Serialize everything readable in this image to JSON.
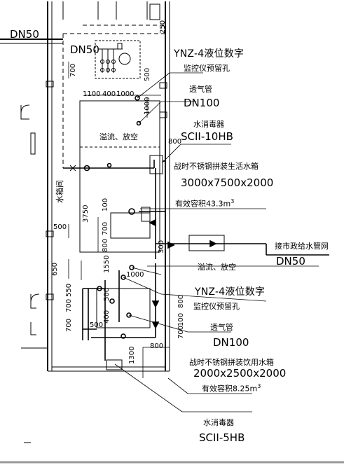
{
  "pipe_sizes": {
    "top_left": "DN50",
    "header": "DN50",
    "vent_upper": "DN100",
    "vent_lower": "DN100",
    "city_supply": "DN50"
  },
  "room_name": "水箱间",
  "upper_tank": {
    "level_monitor_model": "YNZ-4液位数字",
    "level_monitor_desc": "监控仪预留孔",
    "vent_label": "透气管",
    "sterilizer_label": "水消毒器",
    "sterilizer_model": "SCII-10HB",
    "tank_desc": "战时不锈钢拼装生活水箱",
    "tank_size": "3000x7500x2000",
    "tank_volume": "有效容积43.3m",
    "tank_volume_sup": "3",
    "overflow_label": "溢流、放空"
  },
  "city_supply_label": "接市政给水管网",
  "lower_tank": {
    "overflow_label": "溢流、放空",
    "level_monitor_model": "YNZ-4液位数字",
    "level_monitor_desc": "监控仪预留孔",
    "vent_label": "透气管",
    "tank_desc": "战时不锈钢拼装饮用水箱",
    "tank_size": "2000x2500x2000",
    "tank_volume": "有效容积8.25m",
    "tank_volume_sup": "3",
    "sterilizer_label": "水消毒器",
    "sterilizer_model": "SCII-5HB"
  },
  "dimensions": {
    "d250": "250",
    "d700": "700",
    "d500a": "500",
    "d1100": "1100",
    "d400": "400",
    "d1000a": "1000",
    "d1000b": "1000",
    "d800a": "800",
    "d3750": "3750",
    "d100": "100",
    "d700b": "700",
    "d800b": "800",
    "d500b": "500",
    "d650": "650",
    "d300": "300",
    "d1550": "1550",
    "d1000c": "1000",
    "d700c": "700",
    "d700d": "700",
    "d550": "550",
    "d500c": "500",
    "d400b": "400",
    "d500d": "500",
    "d800c": "800",
    "d100b": "100",
    "d700e": "700",
    "d800d": "800",
    "d1300": "1300"
  }
}
